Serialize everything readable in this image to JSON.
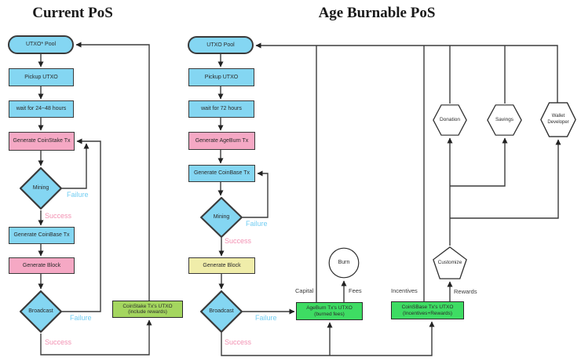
{
  "left": {
    "title": "Current PoS",
    "utxo_pool": "UTXO* Pool",
    "pickup": "Pickup UTXO",
    "wait": "wait for 24~48 hours",
    "gen_coinstake": "Generate CoinStake Tx",
    "mining": "Mining",
    "gen_coinbase": "Generate CoinBase Tx",
    "gen_block": "Generate Block",
    "broadcast": "Broadcast",
    "output_box_line1": "CoinStake Tx's UTXO",
    "output_box_line2": "(include rewards)",
    "mining_failure": "Failure",
    "mining_success": "Success",
    "broadcast_failure": "Failure",
    "broadcast_success": "Success"
  },
  "right": {
    "title": "Age Burnable PoS",
    "utxo_pool": "UTXO Pool",
    "pickup": "Pickup UTXO",
    "wait": "wait for 72 hours",
    "gen_ageburn": "Generate AgeBurn Tx",
    "gen_coinbase": "Generate CoinBase Tx",
    "mining": "Mining",
    "gen_block": "Generate Block",
    "broadcast": "Broadcast",
    "mining_failure": "Failure",
    "mining_success": "Success",
    "broadcast_failure": "Failure",
    "broadcast_success": "Success",
    "burn": "Burn",
    "customize": "Customize",
    "donation": "Donation",
    "savings": "Savings",
    "wallet_dev_line1": "Wallet",
    "wallet_dev_line2": "Developer",
    "ageburn_utxo_line1": "AgeBurn Tx's UTXO",
    "ageburn_utxo_line2": "(burned fees)",
    "coinsbase_utxo_line1": "CoinSBase Tx's UTXO",
    "coinsbase_utxo_line2": "(Incentives+Rewards)",
    "capital": "Capital",
    "fees": "Fees",
    "incentives": "Incentives",
    "rewards": "Rewards"
  },
  "colors": {
    "blue": "#84d6f2",
    "pink": "#f5a8c4",
    "yellow": "#f0edaa",
    "green_light": "#a4d65f",
    "green_bright": "#3edc63",
    "failure_label": "#72cdf2",
    "success_label": "#f291b2",
    "line": "#3c3c3c"
  }
}
